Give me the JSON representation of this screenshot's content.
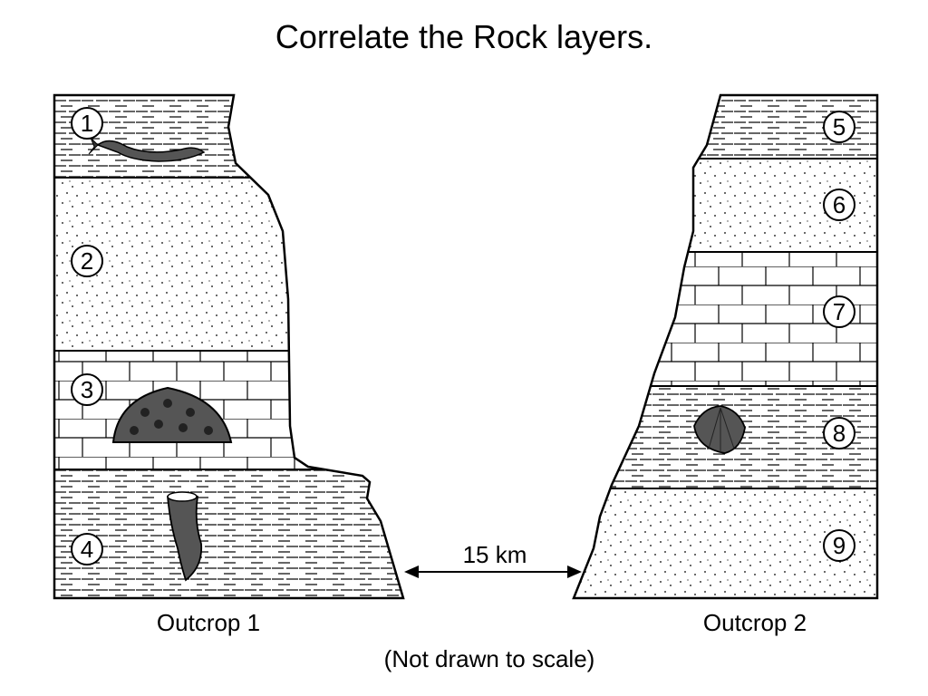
{
  "title": "Correlate the Rock layers.",
  "layers": {
    "l1": "1",
    "l2": "2",
    "l3": "3",
    "l4": "4",
    "l5": "5",
    "l6": "6",
    "l7": "7",
    "l8": "8",
    "l9": "9"
  },
  "distance_label": "15 km",
  "outcrop1_label": "Outcrop 1",
  "outcrop2_label": "Outcrop 2",
  "scale_note": "(Not drawn to scale)",
  "colors": {
    "line": "#000000",
    "background": "#ffffff",
    "fossil_fill": "#555555"
  },
  "fossil_icons": [
    "fish-fossil-icon",
    "coral-fossil-icon",
    "horn-coral-fossil-icon",
    "brachiopod-fossil-icon"
  ]
}
